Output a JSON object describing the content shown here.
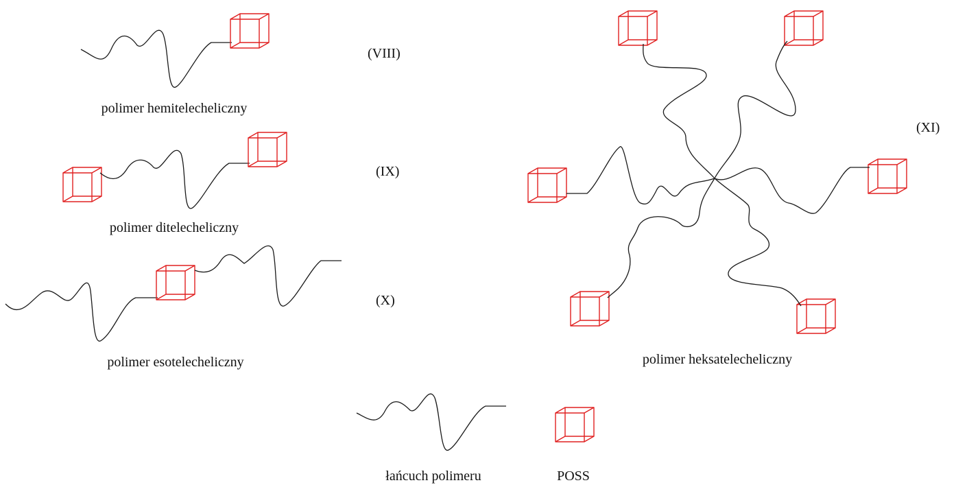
{
  "colors": {
    "chain": "#1a1a1a",
    "poss": "#e02020",
    "text": "#111111"
  },
  "structures": [
    {
      "id": "VIII",
      "numeral": "(VIII)",
      "caption": "polimer hemitelecheliczny",
      "poss_count": 1
    },
    {
      "id": "IX",
      "numeral": "(IX)",
      "caption": "polimer ditelecheliczny",
      "poss_count": 2
    },
    {
      "id": "X",
      "numeral": "(X)",
      "caption": "polimer esotelecheliczny",
      "poss_count": 1
    },
    {
      "id": "XI",
      "numeral": "(XI)",
      "caption": "polimer heksatelecheliczny",
      "poss_count": 6
    }
  ],
  "legend": {
    "chain_label": "łańcuch polimeru",
    "poss_label": "POSS"
  }
}
